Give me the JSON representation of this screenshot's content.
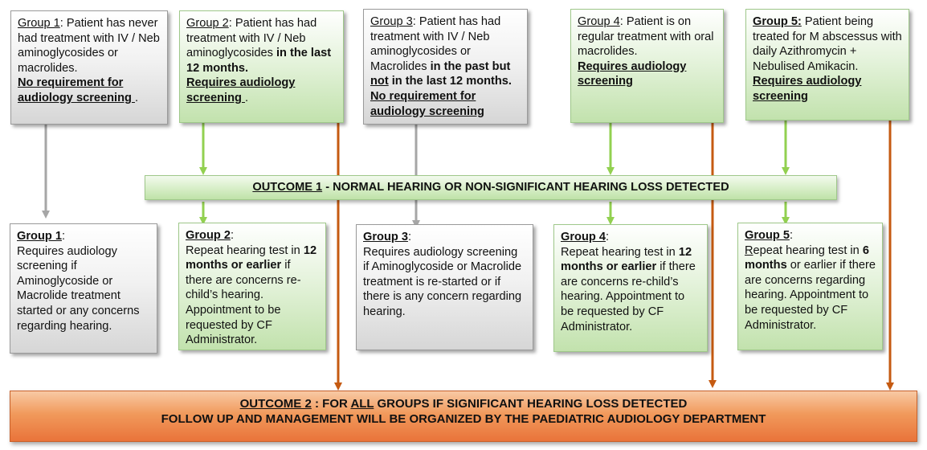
{
  "top_boxes": [
    {
      "label": "Group 1",
      "text1": ": Patient has never had treatment with IV / Neb aminoglycosides or macrolides.",
      "bold_u": "No requirement for audiology screening ",
      "end": "."
    },
    {
      "label": "Group 2",
      "text1": ": Patient has had treatment with IV / Neb aminoglycosides ",
      "bold": "in the last 12 months.",
      "bold_u": "Requires audiology screening ",
      "end": "."
    },
    {
      "label": "Group 3",
      "text1": ": Patient has had treatment with IV / Neb aminoglycosides or Macrolides  ",
      "bold_a": "in the past but ",
      "bold_not": "not",
      "bold_b": " in the last 12 months. ",
      "bold_u": "No requirement for audiology screening"
    },
    {
      "label": "Group 4",
      "text1": ":  Patient is on regular treatment with oral macrolides.",
      "bold_u": "Requires audiology screening"
    },
    {
      "label": "Group 5:",
      "text1": " Patient being treated for M abscessus with daily Azithromycin + Nebulised Amikacin.",
      "bold_u": "Requires audiology screening"
    }
  ],
  "outcome1": {
    "label": "OUTCOME 1",
    "text": " - NORMAL HEARING OR NON-SIGNIFICANT HEARING LOSS DETECTED"
  },
  "bottom_boxes": [
    {
      "label": "Group 1",
      "colon": ":",
      "text": "Requires audiology screening if Aminoglycoside or Macrolide treatment started or any concerns regarding hearing."
    },
    {
      "label": "Group 2",
      "colon": ":",
      "pre": "Repeat hearing test in ",
      "bold": "12 months or earlier",
      "post": " if there are concerns re-child’s hearing. Appointment to be requested by CF Administrator."
    },
    {
      "label": "Group 3",
      "colon": ":",
      "text": "Requires audiology screening if Aminoglycoside or Macrolide treatment is re-started or if there is any concern regarding hearing."
    },
    {
      "label": "Group 4",
      "colon": ":",
      "pre": "Repeat hearing test in ",
      "bold": "12 months or earlier",
      "post": " if there are concerns re-child’s hearing. Appointment to be requested by CF Administrator."
    },
    {
      "label": "Group 5",
      "colon": ":",
      "pre_u": "R",
      "pre": "epeat hearing test in ",
      "bold": "6 months",
      "post": " or earlier if there are concerns regarding hearing. Appointment to be requested by CF Administrator."
    }
  ],
  "outcome2": {
    "part1": "OUTCOME 2",
    "part2": " : FOR ",
    "part3": "ALL",
    "part4": " GROUPS IF SIGNIFICANT HEARING LOSS DETECTED",
    "line2": "FOLLOW UP AND MANAGEMENT WILL BE ORGANIZED BY THE PAEDIATRIC AUDIOLOGY DEPARTMENT"
  },
  "colors": {
    "grey_arrow": "#a6a6a6",
    "green_arrow": "#92d050",
    "orange_arrow": "#c55a11"
  }
}
